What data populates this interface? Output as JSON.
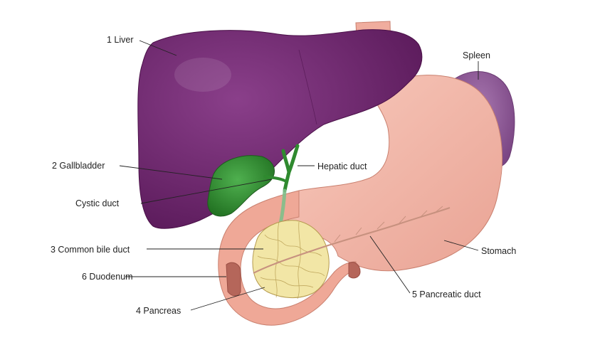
{
  "diagram": {
    "labels": {
      "liver": "1 Liver",
      "gallbladder": "2 Gallbladder",
      "cystic_duct": "Cystic duct",
      "common_bile_duct": "3 Common bile duct",
      "duodenum": "6 Duodenum",
      "pancreas": "4 Pancreas",
      "spleen": "Spleen",
      "hepatic_duct": "Hepatic duct",
      "stomach": "Stomach",
      "pancreatic_duct": "5 Pancreatic duct"
    },
    "colors": {
      "liver": "#6b1f6b",
      "liver_highlight": "#8a3f8a",
      "gallbladder": "#2f8a2f",
      "bile_duct": "#3a9a3a",
      "stomach": "#f2b3a4",
      "stomach_shade": "#d98c7c",
      "spleen": "#8e5a97",
      "pancreas": "#f2e6a6",
      "pancreas_line": "#b59a4e",
      "duodenum_inner": "#b5665a"
    }
  }
}
